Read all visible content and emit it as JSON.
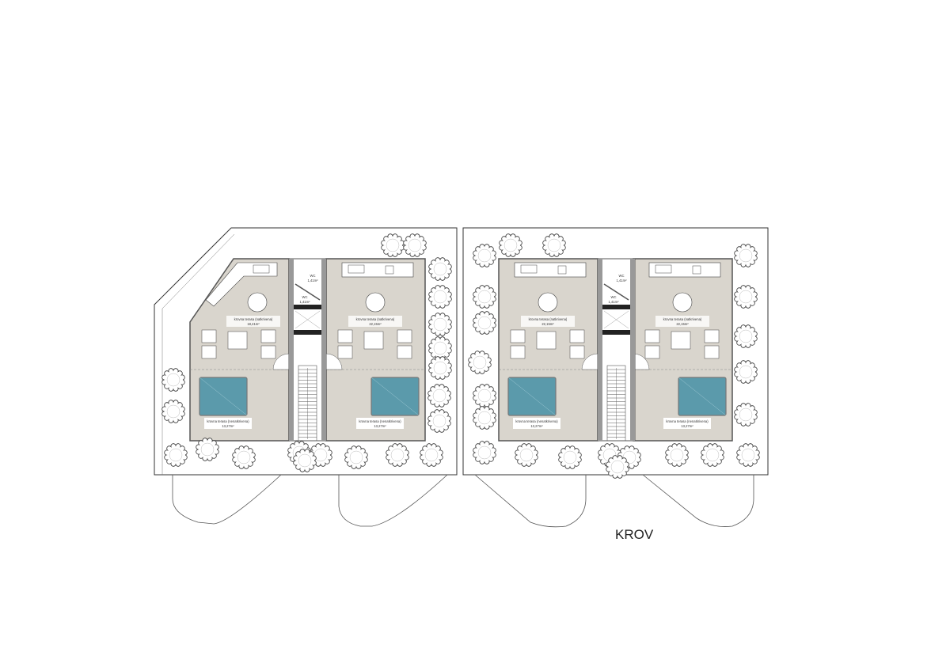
{
  "title": "KROV",
  "colors": {
    "floor": "#d9d5cd",
    "pool": "#5b9aab",
    "wall": "#555555",
    "line": "#444444"
  },
  "units": [
    {
      "covered_label": "krovna terasa (natkrivena)",
      "covered_area": "18,41m²",
      "open_label": "krovna terasa (nenatkrivena)",
      "open_area": "13,27m²"
    },
    {
      "covered_label": "krovna terasa (natkrivena)",
      "covered_area": "22,15m²",
      "open_label": "krovna terasa (nenatkrivena)",
      "open_area": "13,27m²"
    },
    {
      "covered_label": "krovna terasa (natkrivena)",
      "covered_area": "22,15m²",
      "open_label": "krovna terasa (nenatkrivena)",
      "open_area": "13,27m²"
    },
    {
      "covered_label": "krovna terasa (natkrivena)",
      "covered_area": "22,15m²",
      "open_label": "krovna terasa (nenatkrivena)",
      "open_area": "13,27m²"
    }
  ],
  "cores": [
    {
      "wc1_label": "WC",
      "wc1_area": "1,41m²",
      "wc2_label": "WC",
      "wc2_area": "1,41m²"
    },
    {
      "wc1_label": "WC",
      "wc1_area": "1,41m²",
      "wc2_label": "WC",
      "wc2_area": "1,41m²"
    }
  ]
}
